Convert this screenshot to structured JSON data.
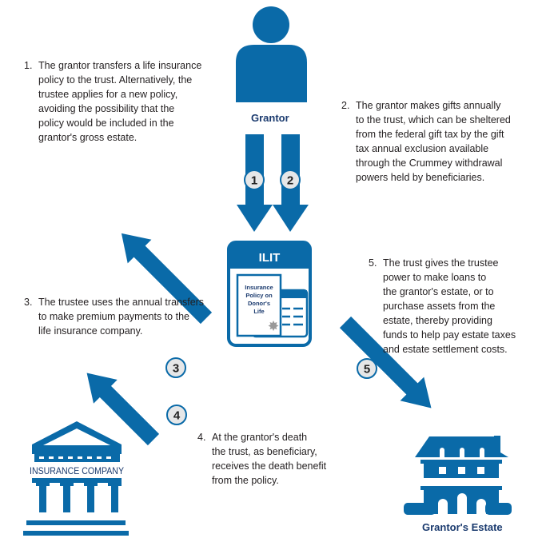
{
  "colors": {
    "brand": "#0a6aa8",
    "label": "#1a3a6e",
    "circle_fill": "#e6e7e8"
  },
  "grantor_label": "Grantor",
  "ilit_label": "ILIT",
  "policy_doc": [
    "Insurance",
    "Policy on",
    "Donor's",
    "Life"
  ],
  "insurance_label": "INSURANCE COMPANY",
  "estate_label": "Grantor's Estate",
  "arrow_numbers": [
    "1",
    "2",
    "3",
    "4",
    "5"
  ],
  "steps": [
    {
      "num": "1.",
      "lines": [
        "The grantor transfers a life insurance",
        "policy to the trust. Alternatively, the",
        "trustee applies for a new policy,",
        "avoiding the possibility that the",
        "policy would be included in the",
        "grantor's gross estate."
      ]
    },
    {
      "num": "2.",
      "lines": [
        "The grantor makes gifts annually",
        "to the trust, which can be sheltered",
        "from the federal gift tax by the gift",
        "tax annual exclusion available",
        "through the Crummey withdrawal",
        "powers held by beneficiaries."
      ]
    },
    {
      "num": "3.",
      "lines": [
        "The trustee uses the annual transfers",
        "to make premium payments to the",
        "life insurance company."
      ]
    },
    {
      "num": "4.",
      "lines": [
        "At the grantor's death",
        "the trust, as beneficiary,",
        "receives the death benefit",
        "from the policy."
      ]
    },
    {
      "num": "5.",
      "lines": [
        "The trust gives the trustee",
        "power to make loans to",
        "the grantor's estate, or to",
        "purchase assets from the",
        "estate, thereby providing",
        "funds to help pay estate taxes",
        "and estate settlement costs."
      ]
    }
  ]
}
